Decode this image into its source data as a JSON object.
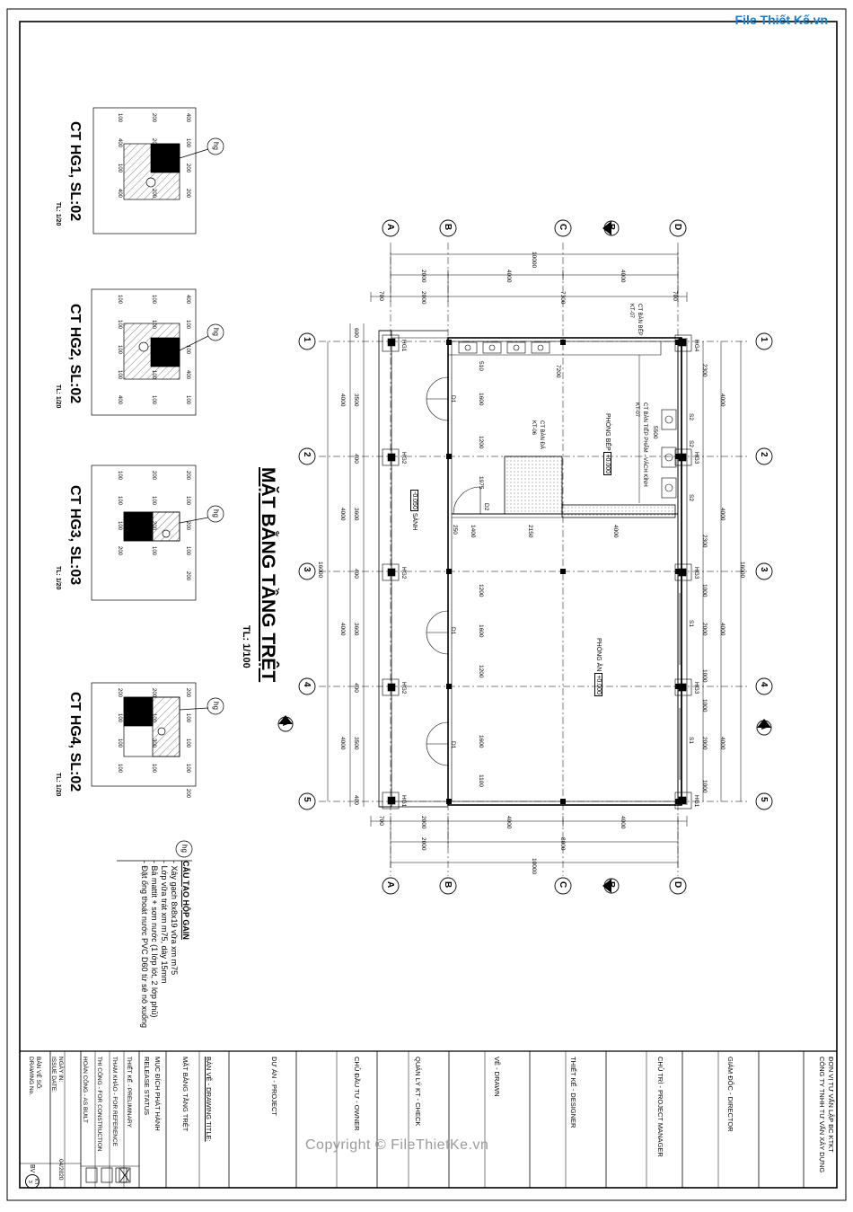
{
  "logo": {
    "text": "File Thiết Kế.vn"
  },
  "watermark": "Copyright © FileThietKe.vn",
  "plan": {
    "title": "MẶT BẰNG TẦNG TRỆT",
    "scale": "TL: 1/100",
    "axes_letters": [
      "A",
      "B",
      "C",
      "D"
    ],
    "axes_numbers": [
      "1",
      "2",
      "3",
      "4",
      "5"
    ],
    "section_mark": "A",
    "section_mark_b": "B",
    "rooms": [
      {
        "name": "PHÒNG BẾP",
        "level": "+0.000"
      },
      {
        "name": "PHÒNG ĂN",
        "level": "+0.000"
      },
      {
        "name": "SẢNH",
        "level": "-0.050"
      }
    ],
    "notes": [
      "CT BÀN BẾP",
      "KT-07",
      "CT BÀN TIẾP PHẨM - VÁCH KÍNH",
      "KT-07",
      "CT BÀN ĐÁ",
      "KT-06"
    ],
    "dims_top": [
      "10000",
      "2000",
      "4000",
      "4000",
      "700",
      "2000",
      "7300",
      "700"
    ],
    "dims_bottom": [
      "700",
      "2000",
      "4000",
      "4000",
      "2000",
      "8000",
      "10000"
    ],
    "dims_left": [
      "16000",
      "4000",
      "4000",
      "4000",
      "4000",
      "600",
      "3500",
      "400",
      "3600",
      "400",
      "3600",
      "400",
      "3500",
      "400"
    ],
    "dims_right": [
      "16000",
      "4000",
      "4000",
      "4000",
      "4000",
      "2300",
      "2300",
      "1000",
      "2000",
      "1000",
      "1000",
      "2000",
      "1000"
    ],
    "inner_dims": [
      "7200",
      "5500",
      "1600",
      "1200",
      "1975",
      "1400",
      "2150",
      "4000",
      "250",
      "1200",
      "1600",
      "1200",
      "1600",
      "1100",
      "510"
    ],
    "doors": [
      "D1",
      "D1",
      "D1",
      "D2"
    ],
    "windows": [
      "S1",
      "S1",
      "S2",
      "S2",
      "S2"
    ],
    "columns": [
      "HG1",
      "HG2",
      "HG2",
      "HG2",
      "HG1",
      "HG4",
      "HG3",
      "HG3",
      "HG3",
      "HG1"
    ]
  },
  "details": [
    {
      "title": "CT HG1, SL:02",
      "scale": "TL: 1/20",
      "dims": [
        "400",
        "200",
        "100",
        "100",
        "200",
        "400",
        "200",
        "100",
        "100",
        "200",
        "200",
        "400"
      ]
    },
    {
      "title": "CT HG2, SL:02",
      "scale": "TL: 1/20",
      "dims": [
        "400",
        "100",
        "100",
        "100",
        "100",
        "100",
        "100",
        "100",
        "100",
        "400",
        "100",
        "100",
        "100",
        "100",
        "400"
      ]
    },
    {
      "title": "CT HG3, SL:03",
      "scale": "TL: 1/20",
      "dims": [
        "200",
        "200",
        "100",
        "100",
        "100",
        "100",
        "200",
        "200",
        "100",
        "100",
        "100",
        "200",
        "200"
      ]
    },
    {
      "title": "CT HG4, SL:02",
      "scale": "TL: 1/20",
      "dims": [
        "200",
        "200",
        "200",
        "100",
        "100",
        "100",
        "100",
        "300",
        "100",
        "100",
        "100",
        "100",
        "200"
      ]
    }
  ],
  "detail_label": "hg",
  "legend": {
    "title": "CẤU TẠO HỘP GAIN",
    "items": [
      "- Xây gạch 8x8x19 vữa xm m75",
      "- Lớp vữa trát xm m75, dày 15mm",
      "- Bả mattit + sơn nước (1 lớp lót, 2 lớp phủ)",
      "- Đặt ống thoát nước PVC D60 từ sê nô xuống"
    ]
  },
  "title_block": {
    "consultant_label": "ĐƠN VỊ TƯ VẤN LẬP BC KTKT",
    "company": "CÔNG TY TNHH TƯ VẤN XÂY DỰNG",
    "director": "GIÁM ĐỐC - DIRECTOR",
    "project_manager": "CHỦ TRÌ - PROJECT MANAGER",
    "designer": "THIẾT KẾ - DESIGNER",
    "drawn": "VẼ - DRAWN",
    "check": "QUẢN LÝ KT - CHECK",
    "owner": "CHỦ ĐẦU TƯ - OWNER",
    "project": "DỰ ÁN - PROJECT",
    "drawing_title_label": "BẢN VẼ - DRAWING TITLE:",
    "drawing_title": "MẶT BẰNG TẦNG TRỆT",
    "release_label": "MỤC ĐÍCH PHÁT HÀNH",
    "release_label_en": "RELEASE STATUS",
    "status": [
      "THIẾT KẾ - PRELIMINARY",
      "THAM KHẢO - FOR REFERENCE",
      "THI CÔNG - FOR CONSTRUCTION",
      "HOÀN CÔNG - AS BUILT"
    ],
    "issue_date_label": "NGÀY IN:",
    "issue_date_label_en": "ISSUE DATE:",
    "issue_date": "04/2020",
    "drawing_no_label": "BẢN VẼ SỐ:",
    "drawing_no_label_en": "DRAWING No.",
    "drawing_no_prefix": "BV",
    "drawing_no_code": "KT",
    "drawing_no": "3"
  }
}
